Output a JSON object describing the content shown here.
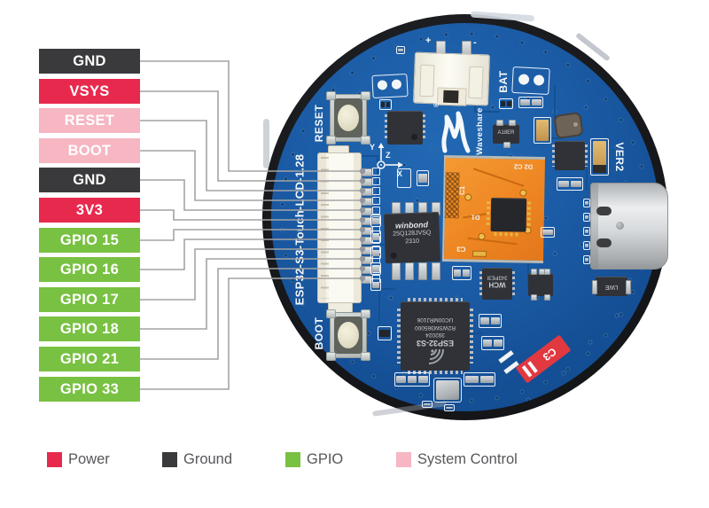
{
  "diagram": {
    "product": "ESP32-S3-Touch-LCD-1.28"
  },
  "pins": [
    {
      "label": "GND",
      "type": "ground"
    },
    {
      "label": "VSYS",
      "type": "power"
    },
    {
      "label": "RESET",
      "type": "system"
    },
    {
      "label": "BOOT",
      "type": "system"
    },
    {
      "label": "GND",
      "type": "ground"
    },
    {
      "label": "3V3",
      "type": "power"
    },
    {
      "label": "GPIO 15",
      "type": "gpio"
    },
    {
      "label": "GPIO 16",
      "type": "gpio"
    },
    {
      "label": "GPIO 17",
      "type": "gpio"
    },
    {
      "label": "GPIO 18",
      "type": "gpio"
    },
    {
      "label": "GPIO 21",
      "type": "gpio"
    },
    {
      "label": "GPIO 33",
      "type": "gpio"
    }
  ],
  "type_colors": {
    "power": "#e8294e",
    "ground": "#3a393b",
    "gpio": "#79c142",
    "system": "#f6b6c2"
  },
  "legend": [
    {
      "label": "Power",
      "type": "power"
    },
    {
      "label": "Ground",
      "type": "ground"
    },
    {
      "label": "GPIO",
      "type": "gpio"
    },
    {
      "label": "System Control",
      "type": "system"
    }
  ],
  "board": {
    "silkscreen": {
      "title": "ESP32-S3-Touch-LCD-1.28",
      "reset": "RESET",
      "boot": "BOOT",
      "bat": "BAT",
      "ver": "VER2",
      "brand": "Waveshare",
      "plus": "+",
      "minus": "-",
      "axis_x": "X",
      "axis_y": "Y",
      "axis_z": "Z"
    },
    "chips": {
      "flash": {
        "brand": "winbond",
        "part": "25Q128JVSQ",
        "date": "2310"
      },
      "mcu": {
        "part": "ESP32-S3",
        "l2": "392024",
        "l3": "R2WSM365000",
        "l4": "UC00MRJ106"
      },
      "touch": {
        "l1": "343PE3I",
        "l2": "WCH"
      },
      "sot": "A18ER",
      "reg": "LWE",
      "flex": {
        "c1": "C1",
        "c3": "C3",
        "d1": "D1",
        "top": "D2 C2"
      },
      "tag": "C3"
    }
  }
}
